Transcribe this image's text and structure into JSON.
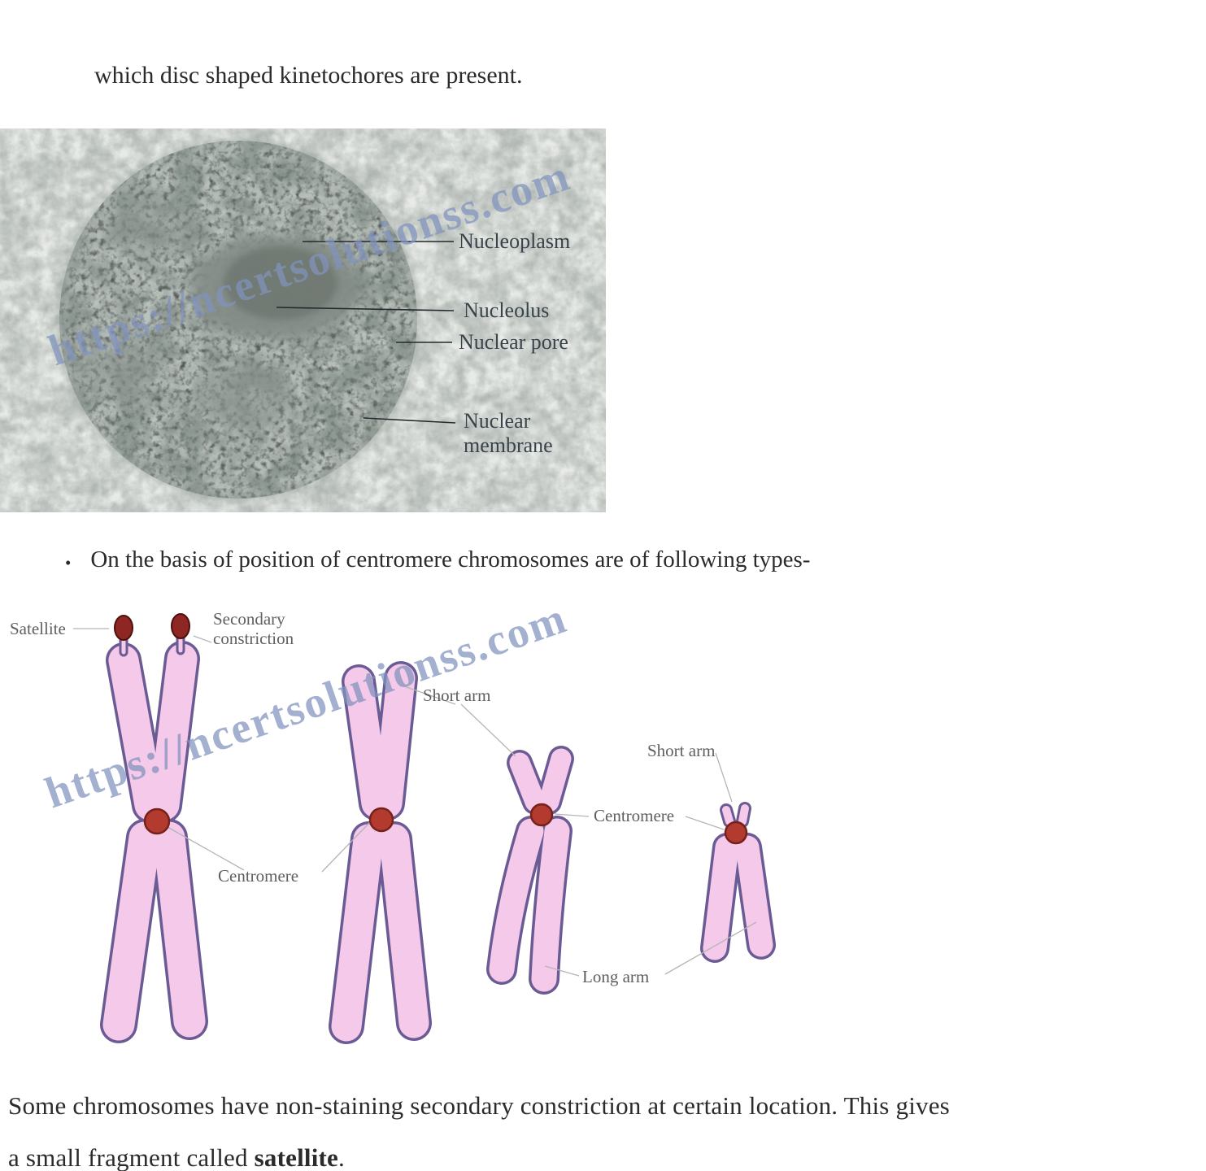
{
  "page": {
    "intro_text": "which disc shaped kinetochores are present.",
    "bullet_char": "•",
    "bullet_text": "On the basis of position of centromere chromosomes are of following types-",
    "closing_line1": "Some chromosomes have non-staining secondary constriction at certain location. This gives",
    "closing_line2_prefix": "a small fragment called ",
    "closing_line2_bold": "satellite",
    "closing_line2_suffix": "."
  },
  "watermark": {
    "text": "https://ncertsolutionss.com"
  },
  "nucleus_figure": {
    "labels": {
      "nucleoplasm": "Nucleoplasm",
      "nucleolus": "Nucleolus",
      "nuclear_pore": "Nuclear pore",
      "nuclear_membrane_line1": "Nuclear",
      "nuclear_membrane_line2": "membrane"
    }
  },
  "chromosome_figure": {
    "labels": {
      "satellite": "Satellite",
      "secondary_line1": "Secondary",
      "secondary_line2": "constriction",
      "short_arm_left": "Short arm",
      "short_arm_right": "Short arm",
      "centromere_left": "Centromere",
      "centromere_right": "Centromere",
      "long_arm": "Long arm"
    }
  },
  "colors": {
    "chromatid_fill": "#f4c9e9",
    "chromatid_outline": "#6b5b95",
    "centromere_fill": "#b23a2e",
    "satellite_fill": "#8e2623",
    "watermark": "#8093be"
  }
}
